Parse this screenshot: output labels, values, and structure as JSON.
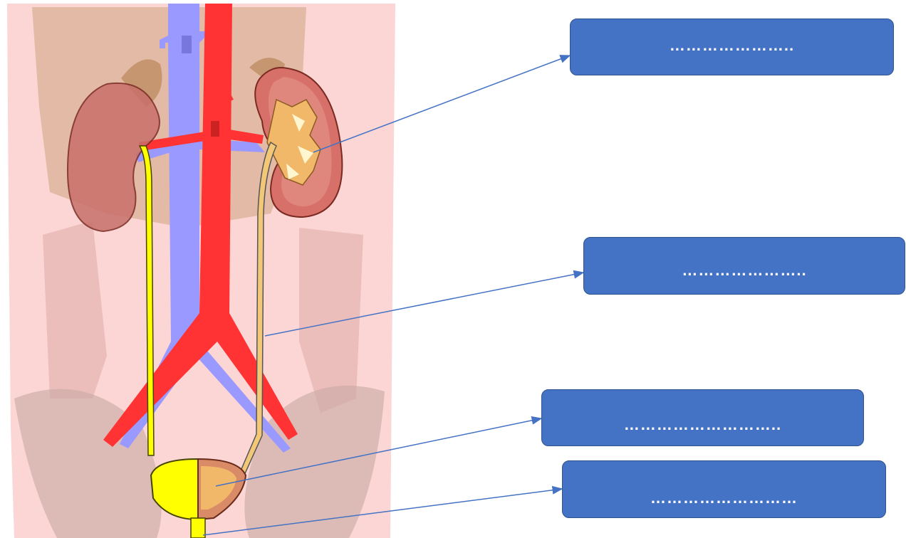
{
  "labels": [
    {
      "id": "label-1",
      "text": "………………….."
    },
    {
      "id": "label-2",
      "text": "………………….."
    },
    {
      "id": "label-3",
      "text": "……………………….."
    },
    {
      "id": "label-4",
      "text": "………………………"
    }
  ],
  "colors": {
    "box_fill": "#4472c4",
    "arrow": "#4472c4",
    "vein": "#9999ff",
    "artery": "#ff3333",
    "ureter": "#ffff00",
    "kidney": "#d8706a",
    "body_shade": "#fbd6d4"
  }
}
